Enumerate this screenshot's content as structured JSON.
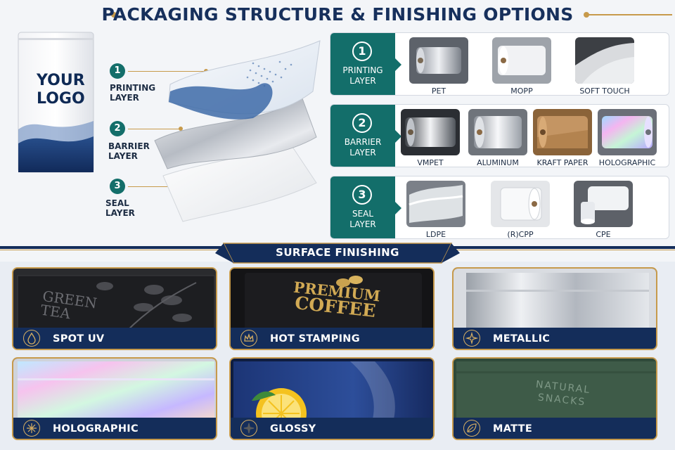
{
  "header": {
    "title": "PACKAGING STRUCTURE & FINISHING OPTIONS"
  },
  "pouch": {
    "logo_line1": "YOUR",
    "logo_line2": "LOGO"
  },
  "layer_labels": [
    {
      "num": "1",
      "line1": "PRINTING",
      "line2": "LAYER"
    },
    {
      "num": "2",
      "line1": "BARRIER",
      "line2": "LAYER"
    },
    {
      "num": "3",
      "line1": "SEAL",
      "line2": "LAYER"
    }
  ],
  "structure_panels": [
    {
      "num": "1",
      "line1": "PRINTING",
      "line2": "LAYER",
      "materials": [
        "PET",
        "MOPP",
        "SOFT TOUCH"
      ]
    },
    {
      "num": "2",
      "line1": "BARRIER",
      "line2": "LAYER",
      "materials": [
        "VMPET",
        "ALUMINUM",
        "KRAFT PAPER",
        "HOLOGRAPHIC"
      ]
    },
    {
      "num": "3",
      "line1": "SEAL",
      "line2": "LAYER",
      "materials": [
        "LDPE",
        "(R)CPP",
        "CPE"
      ]
    }
  ],
  "surface_finishing": {
    "title": "SURFACE FINISHING",
    "cards": [
      {
        "label": "SPOT UV",
        "icon": "droplet-icon",
        "image_text_line1": "GREEN",
        "image_text_line2": "TEA"
      },
      {
        "label": "HOT STAMPING",
        "icon": "crown-icon",
        "image_text_line1": "PREMIUM",
        "image_text_line2": "COFFEE"
      },
      {
        "label": "METALLIC",
        "icon": "sparkle-icon"
      },
      {
        "label": "HOLOGRAPHIC",
        "icon": "starburst-icon"
      },
      {
        "label": "GLOSSY",
        "icon": "shine-icon"
      },
      {
        "label": "MATTE",
        "icon": "leaf-icon",
        "image_text_line1": "NATURAL",
        "image_text_line2": "SNACKS"
      }
    ]
  },
  "colors": {
    "navy": "#142d5a",
    "teal": "#136e6a",
    "gold": "#c79a4b"
  }
}
